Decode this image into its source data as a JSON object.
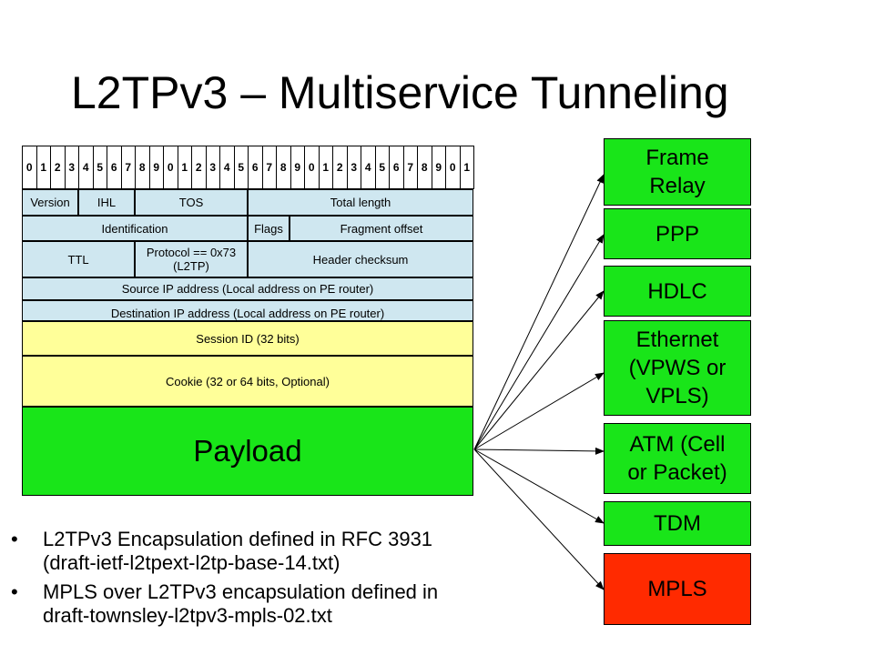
{
  "title": "L2TPv3 – Multiservice Tunneling",
  "bit_numbers": [
    "0",
    "1",
    "2",
    "3",
    "4",
    "5",
    "6",
    "7",
    "8",
    "9",
    "0",
    "1",
    "2",
    "3",
    "4",
    "5",
    "6",
    "7",
    "8",
    "9",
    "0",
    "1",
    "2",
    "3",
    "4",
    "5",
    "6",
    "7",
    "8",
    "9",
    "0",
    "1"
  ],
  "header": {
    "version": "Version",
    "ihl": "IHL",
    "tos": "TOS",
    "total_length": "Total length",
    "identification": "Identification",
    "flags": "Flags",
    "fragment_offset": "Fragment offset",
    "ttl": "TTL",
    "protocol_line1": "Protocol == 0x73",
    "protocol_line2": "(L2TP)",
    "header_checksum": "Header checksum",
    "source_ip": "Source IP address (Local address on PE router)",
    "destination_ip": "Destination IP address (Local address on PE router)"
  },
  "session_id": "Session ID (32 bits)",
  "cookie": "Cookie (32 or 64 bits, Optional)",
  "payload": "Payload",
  "services": [
    {
      "line1": "Frame",
      "line2": "Relay",
      "color": "#19e519"
    },
    {
      "line1": "PPP",
      "line2": "",
      "color": "#19e519"
    },
    {
      "line1": "HDLC",
      "line2": "",
      "color": "#19e519"
    },
    {
      "line1": "Ethernet",
      "line2": "(VPWS or",
      "line3": "VPLS)",
      "color": "#19e519"
    },
    {
      "line1": "ATM (Cell",
      "line2": "or Packet)",
      "color": "#19e519"
    },
    {
      "line1": "TDM",
      "line2": "",
      "color": "#19e519"
    },
    {
      "line1": "MPLS",
      "line2": "",
      "color": "#ff2a00"
    }
  ],
  "bullets": [
    {
      "line1": "L2TPv3 Encapsulation defined in RFC 3931",
      "line2": "(draft-ietf-l2tpext-l2tp-base-14.txt)"
    },
    {
      "line1": "MPLS over L2TPv3 encapsulation defined in",
      "line2": "draft-townsley-l2tpv3-mpls-02.txt"
    }
  ],
  "bullet_symbol": "•"
}
